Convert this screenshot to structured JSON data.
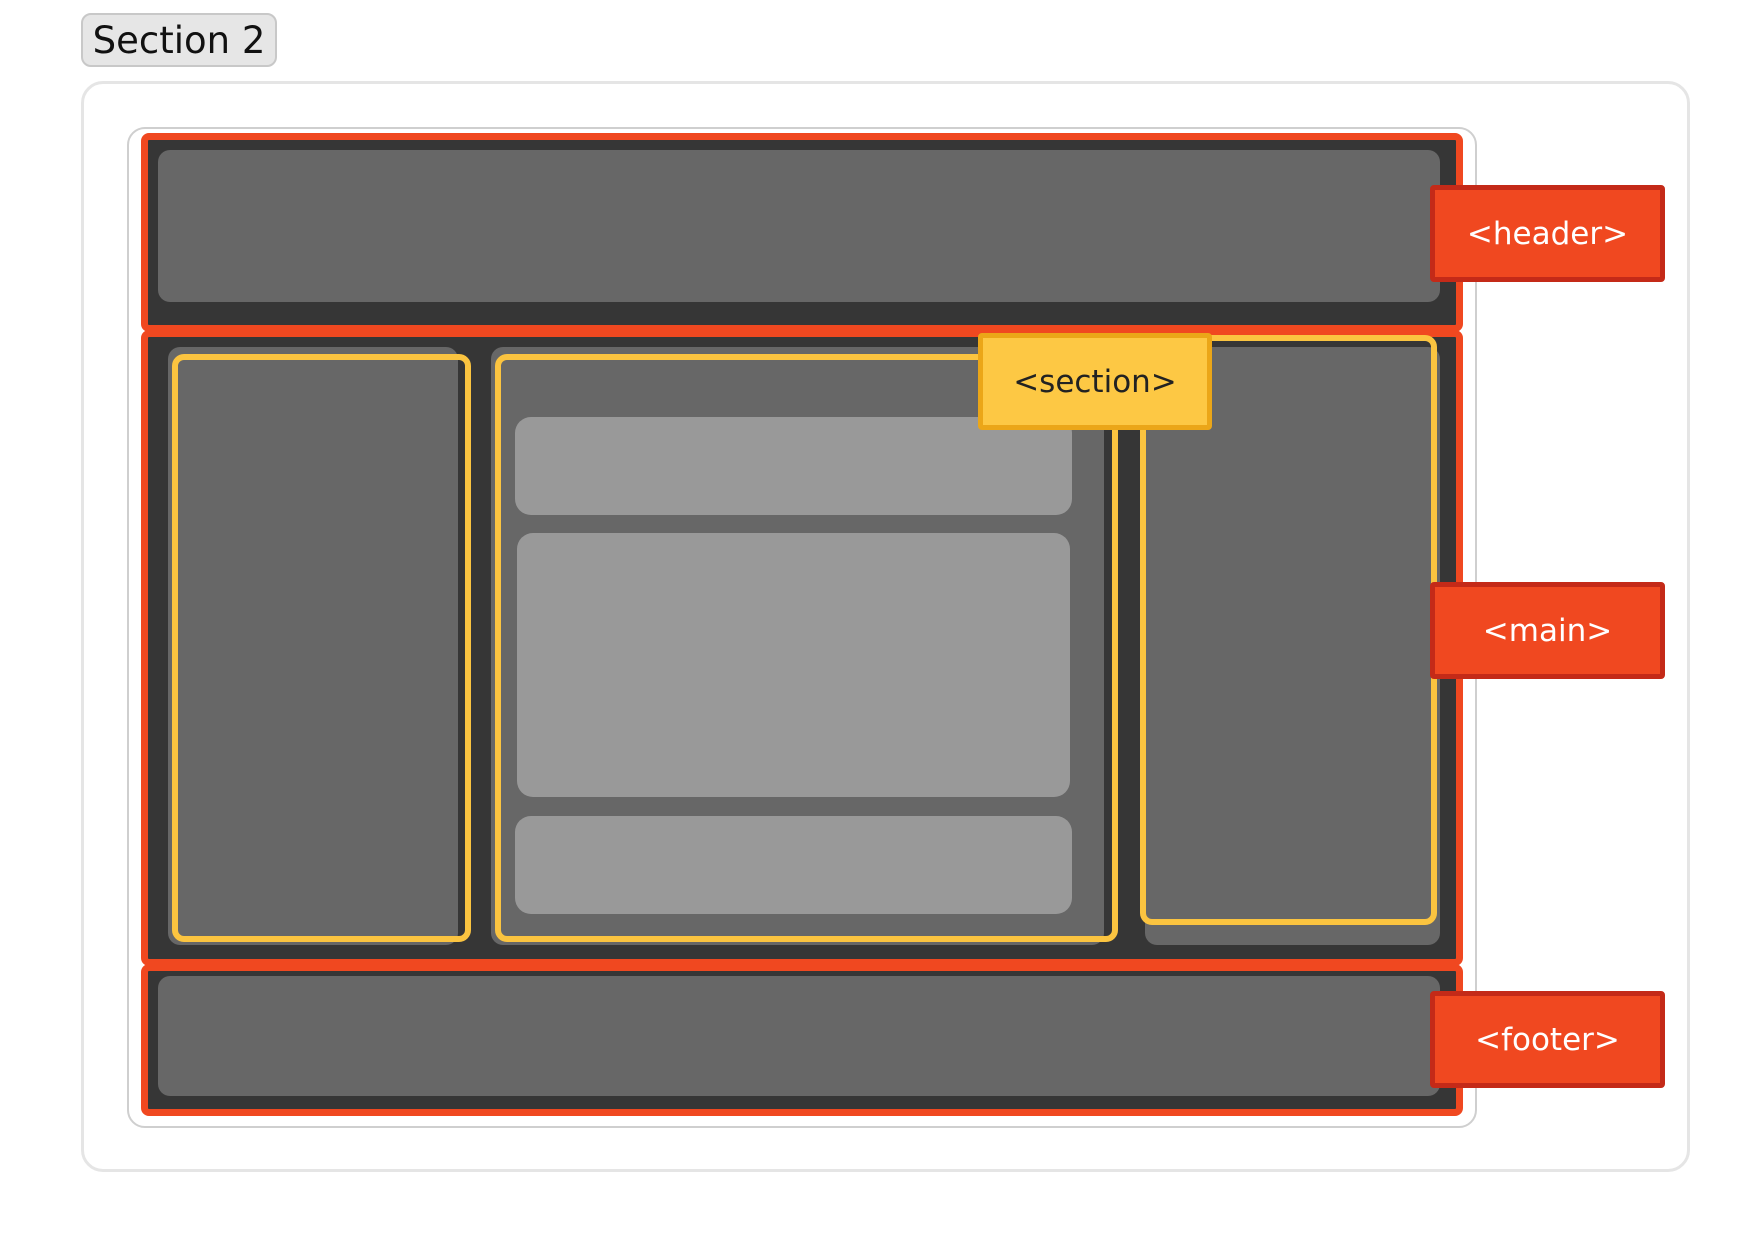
{
  "section_tab": {
    "label": "Section 2"
  },
  "tags": {
    "header": "<header>",
    "main": "<main>",
    "footer": "<footer>",
    "section": "<section>"
  },
  "colors": {
    "region_border": "#f04820",
    "region_fill": "#363636",
    "panel_fill": "#676767",
    "content_box_fill": "#999999",
    "section_outline": "#fbc440"
  }
}
